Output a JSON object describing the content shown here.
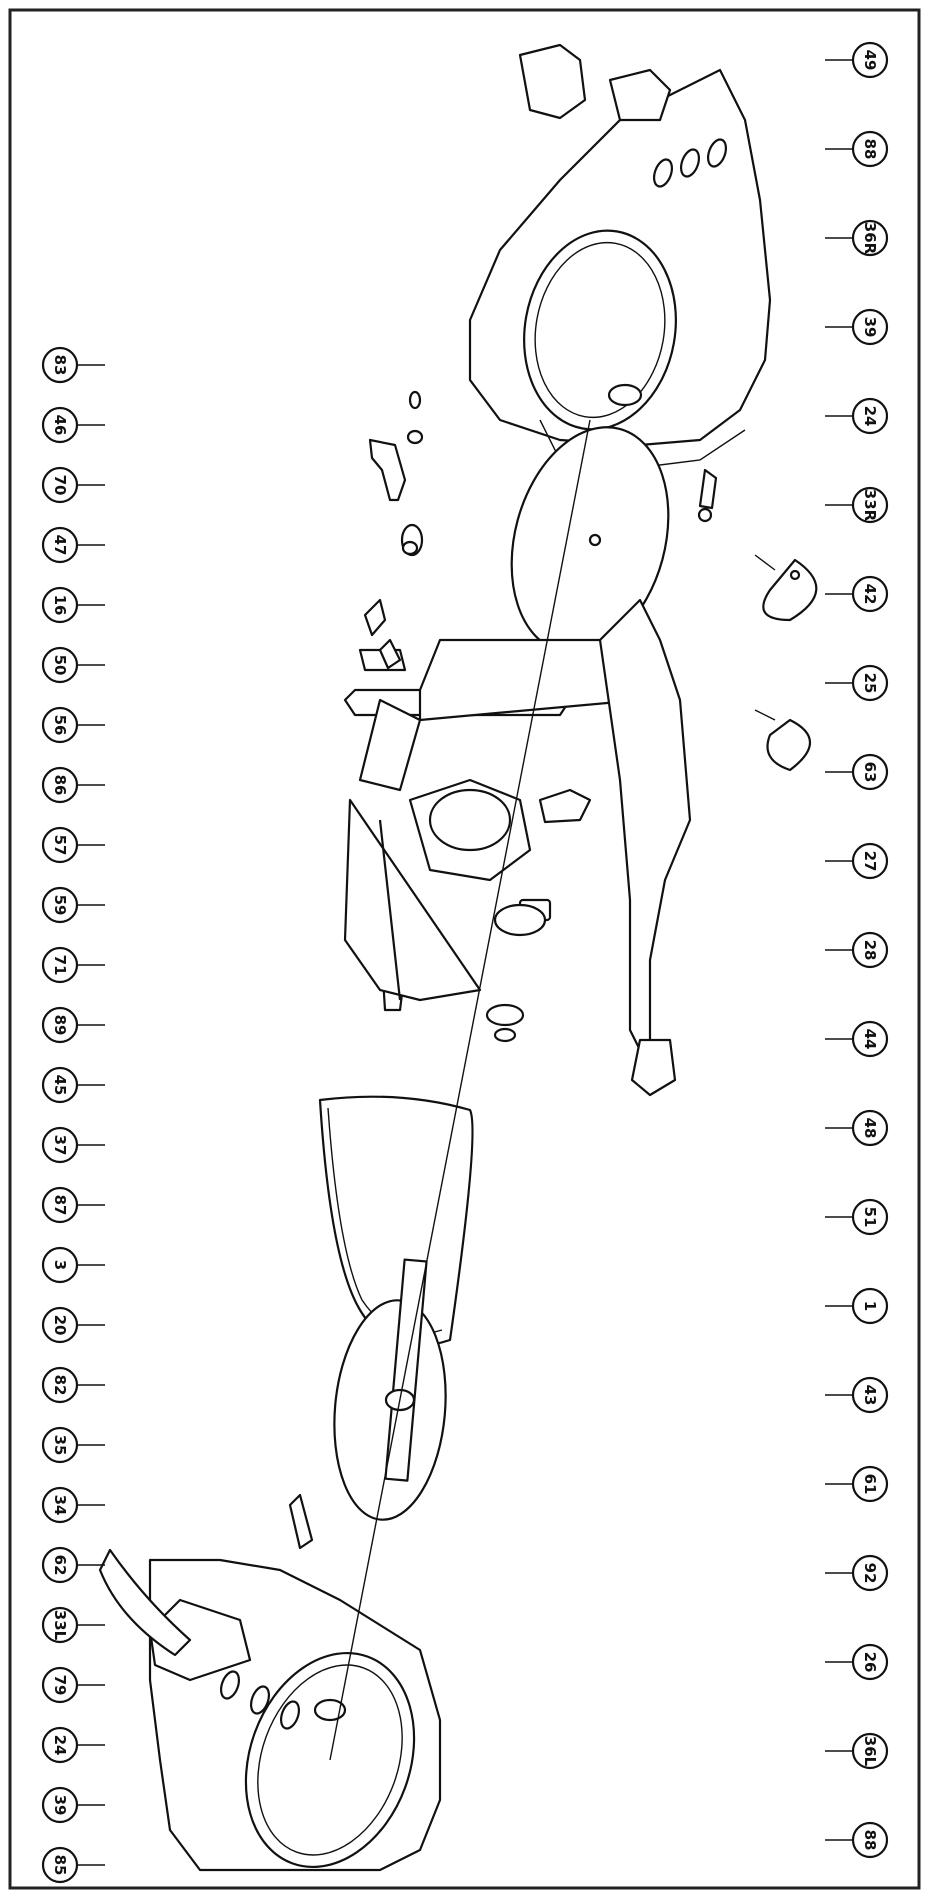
{
  "callouts": {
    "top_row": [
      "83",
      "46",
      "70",
      "47",
      "16",
      "50",
      "56",
      "86",
      "57",
      "59",
      "71",
      "89",
      "45",
      "37",
      "87",
      "3",
      "20",
      "82",
      "35",
      "34",
      "62",
      "33L",
      "79",
      "24",
      "39",
      "85"
    ],
    "bottom_row": [
      "49",
      "88",
      "36R",
      "39",
      "24",
      "33R",
      "42",
      "25",
      "63",
      "27",
      "28",
      "44",
      "48",
      "51",
      "1",
      "43",
      "61",
      "92",
      "26",
      "36L",
      "88"
    ]
  }
}
